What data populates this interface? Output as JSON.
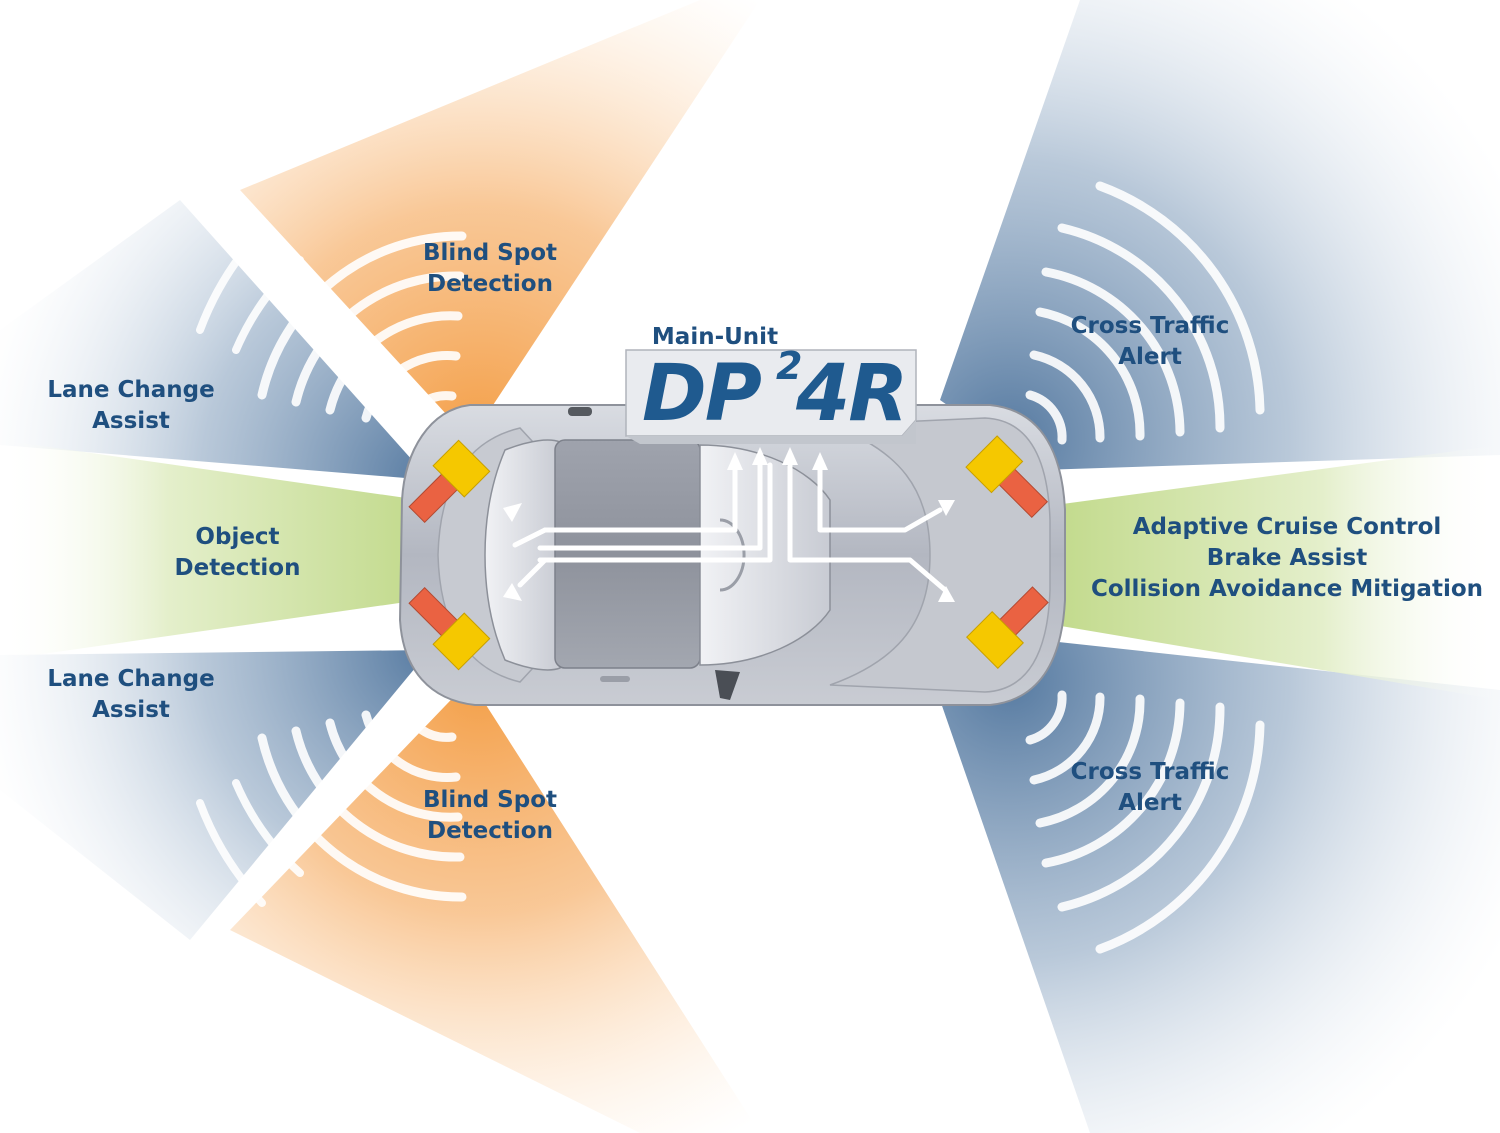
{
  "unit": {
    "caption": "Main-Unit",
    "name_main": "DP",
    "name_sup": "2",
    "name_tail": "4R"
  },
  "labels": {
    "blind_spot_top": [
      "Blind Spot",
      "Detection"
    ],
    "blind_spot_bottom": [
      "Blind Spot",
      "Detection"
    ],
    "lane_change_top": [
      "Lane Change",
      "Assist"
    ],
    "lane_change_bottom": [
      "Lane Change",
      "Assist"
    ],
    "object_detection": [
      "Object",
      "Detection"
    ],
    "cross_traffic_top": [
      "Cross Traffic",
      "Alert"
    ],
    "cross_traffic_bottom": [
      "Cross Traffic",
      "Alert"
    ],
    "front": [
      "Adaptive Cruise Control",
      "Brake Assist",
      "Collision Avoidance Mitigation"
    ]
  },
  "colors": {
    "label_text": "#1f4f7f",
    "brand_text": "#1f5a8f",
    "blind_spot_zone": "#f4a451",
    "lane_change_zone": "#5b7fa6",
    "object_zone": "#c4dc92",
    "cross_traffic_zone": "#5b7fa6",
    "sensor_yellow": "#f5c800",
    "sensor_red": "#ea6242",
    "car_body": "#b8bcc6"
  }
}
